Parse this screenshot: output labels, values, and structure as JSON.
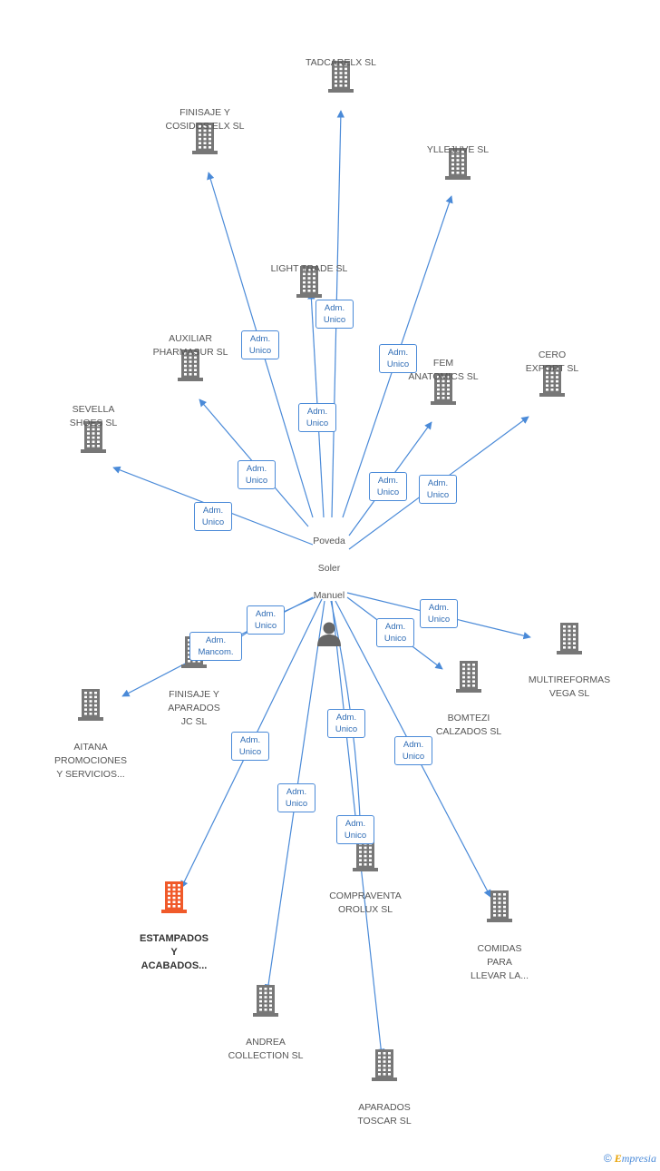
{
  "center": {
    "label_lines": [
      "Poveda",
      "Soler",
      "Manuel"
    ]
  },
  "colors": {
    "edge": "#4a8ad8",
    "building": "#777777",
    "building_main": "#f05a2a"
  },
  "footer": {
    "copyright": "©",
    "brand_first": "E",
    "brand_rest": "mpresia"
  },
  "companies": [
    {
      "id": "tadcarelx",
      "label": "TADCARELX SL",
      "main": false
    },
    {
      "id": "finisaje-cosidos",
      "label": "FINISAJE Y\nCOSIDOS ELX SL",
      "main": false
    },
    {
      "id": "yllejuve",
      "label": "YLLEJUVE SL",
      "main": false
    },
    {
      "id": "light-trade",
      "label": "LIGHT TRADE SL",
      "main": false
    },
    {
      "id": "auxiliar-pharmasur",
      "label": "AUXILIAR\nPHARMASUR  SL",
      "main": false
    },
    {
      "id": "fem-anatomics",
      "label": "FEM\nANATOMICS SL",
      "main": false
    },
    {
      "id": "cero-export",
      "label": "CERO\nEXPORT SL",
      "main": false
    },
    {
      "id": "sevella-shoes",
      "label": "SEVELLA\nSHOES SL",
      "main": false
    },
    {
      "id": "finisaje-aparados",
      "label": "FINISAJE Y\nAPARADOS\nJC SL",
      "main": false
    },
    {
      "id": "aitana",
      "label": "AITANA\nPROMOCIONES\nY SERVICIOS...",
      "main": false
    },
    {
      "id": "multireformas",
      "label": "MULTIREFORMAS\nVEGA  SL",
      "main": false
    },
    {
      "id": "bomtezi",
      "label": "BOMTEZI\nCALZADOS SL",
      "main": false
    },
    {
      "id": "estampados",
      "label": "ESTAMPADOS\nY\nACABADOS...",
      "main": true
    },
    {
      "id": "compraventa",
      "label": "COMPRAVENTA\nOROLUX SL",
      "main": false
    },
    {
      "id": "comidas",
      "label": "COMIDAS\nPARA\nLLEVAR LA...",
      "main": false
    },
    {
      "id": "andrea",
      "label": "ANDREA\nCOLLECTION SL",
      "main": false
    },
    {
      "id": "aparados-toscar",
      "label": "APARADOS\nTOSCAR SL",
      "main": false
    }
  ],
  "roles": [
    {
      "target": "tadcarelx",
      "line1": "Adm.",
      "line2": "Unico"
    },
    {
      "target": "finisaje-cosidos",
      "line1": "Adm.",
      "line2": "Unico"
    },
    {
      "target": "yllejuve",
      "line1": "Adm.",
      "line2": "Unico"
    },
    {
      "target": "light-trade",
      "line1": "Adm.",
      "line2": "Unico"
    },
    {
      "target": "auxiliar-pharmasur",
      "line1": "Adm.",
      "line2": "Unico"
    },
    {
      "target": "fem-anatomics",
      "line1": "Adm.",
      "line2": "Unico"
    },
    {
      "target": "cero-export",
      "line1": "Adm.",
      "line2": "Unico"
    },
    {
      "target": "sevella-shoes",
      "line1": "Adm.",
      "line2": "Unico"
    },
    {
      "target": "finisaje-aparados",
      "line1": "Adm.",
      "line2": "Unico"
    },
    {
      "target": "aitana",
      "line1": "Adm.",
      "line2": "Mancom."
    },
    {
      "target": "multireformas",
      "line1": "Adm.",
      "line2": "Unico"
    },
    {
      "target": "bomtezi",
      "line1": "Adm.",
      "line2": "Unico"
    },
    {
      "target": "estampados",
      "line1": "Adm.",
      "line2": "Unico"
    },
    {
      "target": "compraventa",
      "line1": "Adm.",
      "line2": "Unico"
    },
    {
      "target": "comidas",
      "line1": "Adm.",
      "line2": "Unico"
    },
    {
      "target": "andrea",
      "line1": "Adm.",
      "line2": "Unico"
    },
    {
      "target": "aparados-toscar",
      "line1": "Adm.",
      "line2": "Unico"
    }
  ]
}
